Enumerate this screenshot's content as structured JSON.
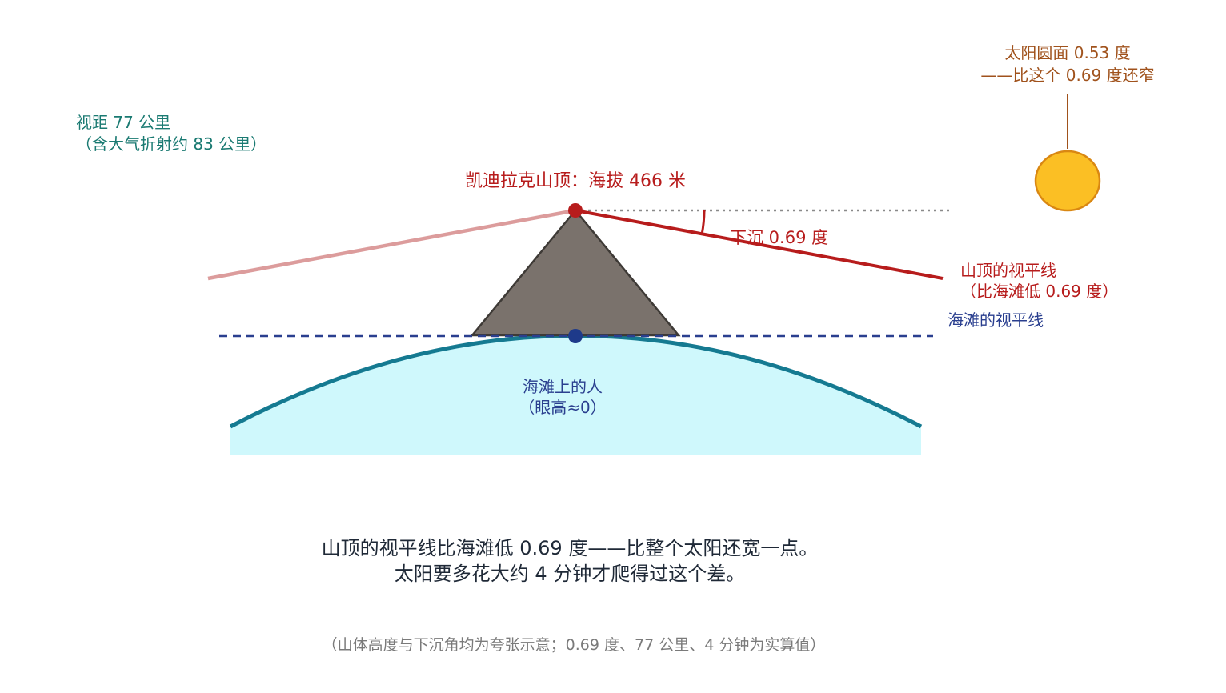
{
  "labels": {
    "view_distance_line1": "视距 77 公里",
    "view_distance_line2": "（含大气折射约 83 公里）",
    "summit": "凯迪拉克山顶：海拔 466 米",
    "dip": "下沉 0.69 度",
    "summit_horizon_line1": "山顶的视平线",
    "summit_horizon_line2": "（比海滩低 0.69 度）",
    "beach_horizon": "海滩的视平线",
    "beach_person_line1": "海滩上的人",
    "beach_person_line2": "（眼高≈0）",
    "sun_line1": "太阳圆面 0.53 度",
    "sun_line2": "——比这个 0.69 度还窄"
  },
  "caption": {
    "line1": "山顶的视平线比海滩低 0.69 度——比整个太阳还宽一点。",
    "line2": "太阳要多花大约 4 分钟才爬得过这个差。"
  },
  "footnote": "（山体高度与下沉角均为夸张示意；0.69 度、77 公里、4 分钟为实算值）",
  "colors": {
    "view_distance_text": "#1a7a72",
    "summit_red": "#b71c1c",
    "summit_faded_line": "#e0a0a0",
    "mountain_fill": "#7a726c",
    "mountain_stroke": "#3e3a36",
    "earth_fill": "#cff8fc",
    "earth_stroke": "#157a91",
    "beach_blue": "#2a3f8f",
    "sun_fill": "#fbbf24",
    "sun_stroke": "#d98712",
    "sun_text": "#a0521c",
    "caption_text": "#1f2937",
    "footnote_text": "#7a7a7a",
    "dotted_line": "#8a8a8a"
  }
}
